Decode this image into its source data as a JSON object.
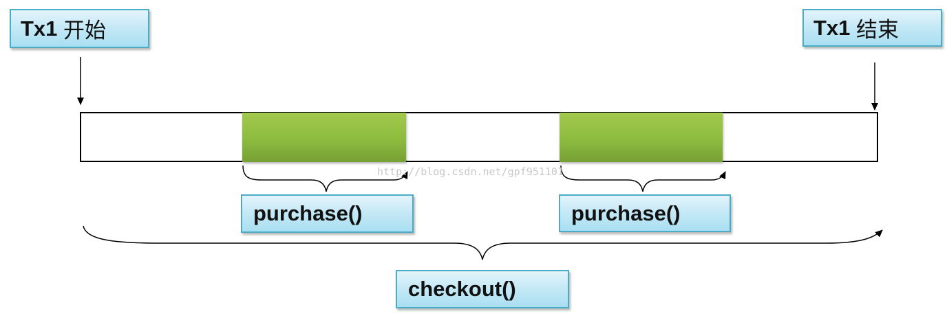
{
  "labels": {
    "tx1_start": {
      "prefix": "Tx1 ",
      "suffix": "开始"
    },
    "tx1_end": {
      "prefix": "Tx1 ",
      "suffix": "结束"
    },
    "purchase_1": "purchase()",
    "purchase_2": "purchase()",
    "checkout": "checkout()"
  },
  "watermark": "http://blog.csdn.net/gpf951101",
  "colors": {
    "box_border": "#4bacc6",
    "box_fill": "#c6e9f6",
    "segment_fill": "#8cbb3f",
    "line": "#000000"
  }
}
